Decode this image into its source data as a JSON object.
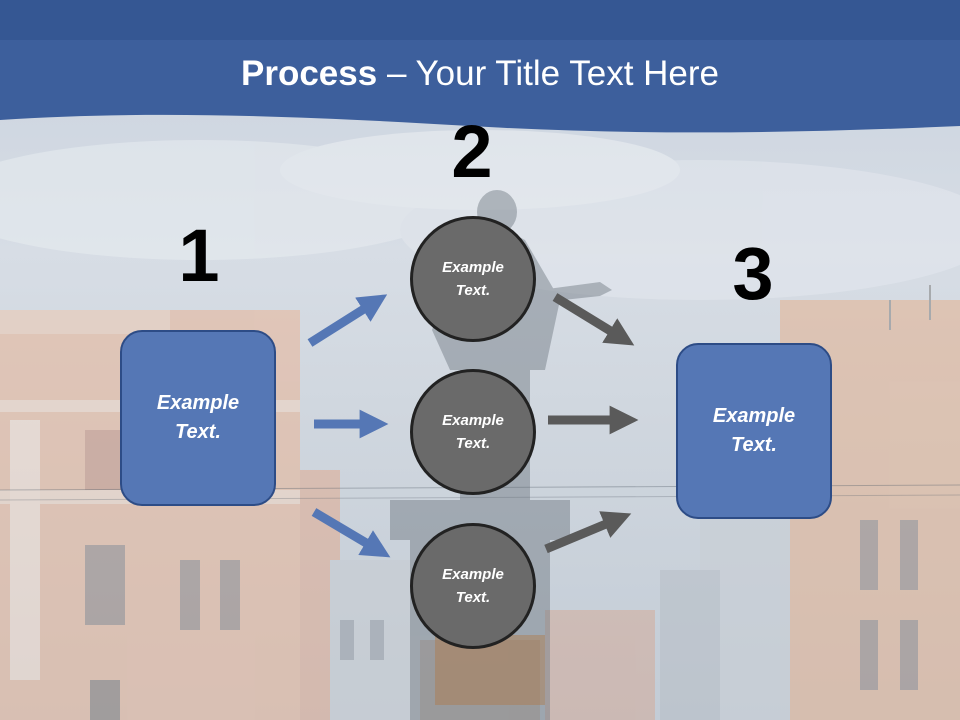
{
  "title": {
    "bold": "Process",
    "rest": " – Your Title Text Here"
  },
  "steps": [
    {
      "number": "1",
      "label": "Example\nText."
    },
    {
      "number": "2"
    },
    {
      "number": "3",
      "label": "Example\nText."
    }
  ],
  "circles": [
    {
      "label": "Example\nText."
    },
    {
      "label": "Example\nText."
    },
    {
      "label": "Example\nText."
    }
  ],
  "colors": {
    "header_blue": "#3d5f9c",
    "box_fill": "#5577b5",
    "circle_fill": "#6a6a6a",
    "arrow_blue": "#5577b5",
    "arrow_gray": "#5a5a5a"
  }
}
